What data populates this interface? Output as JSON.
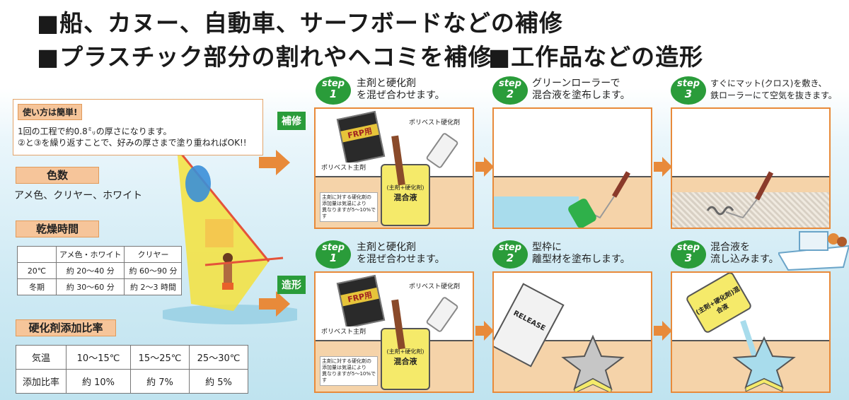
{
  "headings": {
    "line1": "■船、カヌー、自動車、サーフボードなどの補修",
    "line2a": "■プラスチック部分の割れやヘコミを補修",
    "line2b": "■工作品などの造形"
  },
  "usage": {
    "title": "使い方は簡単!",
    "line1": "1回の工程で約0.8㍉の厚さになります。",
    "line2": "②と③を繰り返すことで、好みの厚さまで塗り重ねればOK!!"
  },
  "colors_section": {
    "title": "色数",
    "value": "アメ色、クリヤー、ホワイト"
  },
  "drying": {
    "title": "乾燥時間",
    "header": [
      "",
      "アメ色・ホワイト",
      "クリヤー"
    ],
    "rows": [
      [
        "20℃",
        "約 20～40 分",
        "約 60～90 分"
      ],
      [
        "冬期",
        "約 30～60 分",
        "約 2～3 時間"
      ]
    ]
  },
  "ratio": {
    "title": "硬化剤添加比率",
    "header": [
      "気温",
      "10～15℃",
      "15～25℃",
      "25～30℃"
    ],
    "row": [
      "添加比率",
      "約 10%",
      "約 7%",
      "約 5%"
    ]
  },
  "rows": {
    "repair_tag": "補修",
    "shaping_tag": "造形"
  },
  "steps": {
    "word": "step",
    "repair": [
      {
        "num": "1",
        "text1": "主剤と硬化剤",
        "text2": "を混ぜ合わせます。"
      },
      {
        "num": "2",
        "text1": "グリーンローラーで",
        "text2": "混合液を塗布します。"
      },
      {
        "num": "3",
        "text1": "すぐにマット(クロス)を敷き、",
        "text2": "鉄ローラーにて空気を抜きます。"
      }
    ],
    "shaping": [
      {
        "num": "1",
        "text1": "主剤と硬化剤",
        "text2": "を混ぜ合わせます。"
      },
      {
        "num": "2",
        "text1": "型枠に",
        "text2": "離型材を塗布します。"
      },
      {
        "num": "3",
        "text1": "混合液を",
        "text2": "流し込みます。"
      }
    ]
  },
  "panel_labels": {
    "hardener": "ポリベスト硬化剤",
    "main_agent": "ポリベスト主剤",
    "mix_sub": "(主剤+硬化剤)",
    "mix": "混合液",
    "note1": "主剤に対する硬化剤の",
    "note2": "添加量は気温により",
    "note3": "異なりますが5～10%です",
    "can_brand": "FRP用",
    "release": "RELEASE",
    "can3": "(主剤+硬化剤)混合液"
  },
  "palette": {
    "accent_orange": "#e88a3a",
    "step_green": "#2a9c3a",
    "floor_tan": "#f5d3a9",
    "label_peach": "#f6c59a"
  }
}
